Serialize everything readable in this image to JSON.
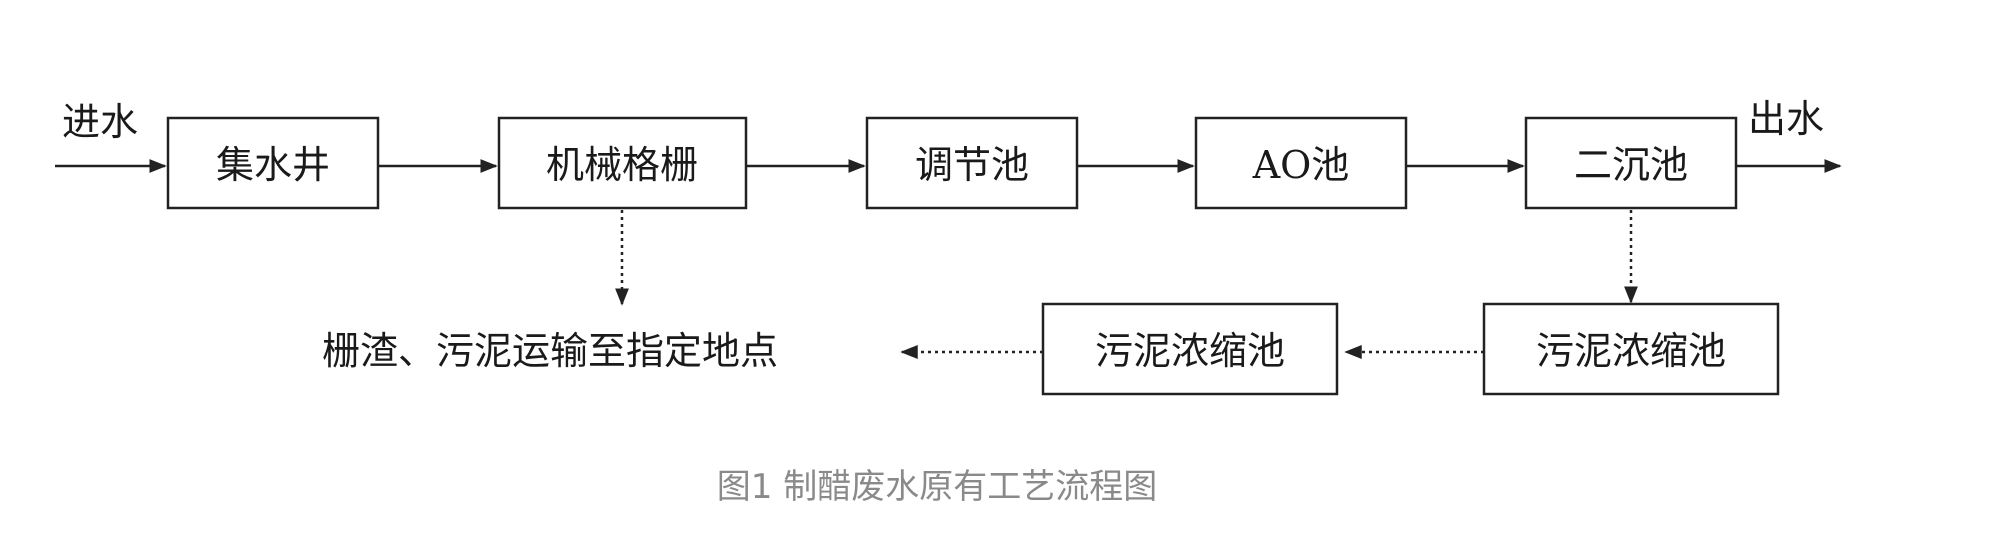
{
  "labels": {
    "inflow": "进水",
    "outflow": "出水",
    "disposal": "栅渣、污泥运输至指定地点"
  },
  "nodes": {
    "collection_well": "集水井",
    "mechanical_screen": "机械格栅",
    "equalization_tank": "调节池",
    "ao_tank": "AO池",
    "secondary_clarifier": "二沉池",
    "sludge_thickener_1": "污泥浓缩池",
    "sludge_thickener_2": "污泥浓缩池"
  },
  "caption": "图1 制醋废水原有工艺流程图"
}
